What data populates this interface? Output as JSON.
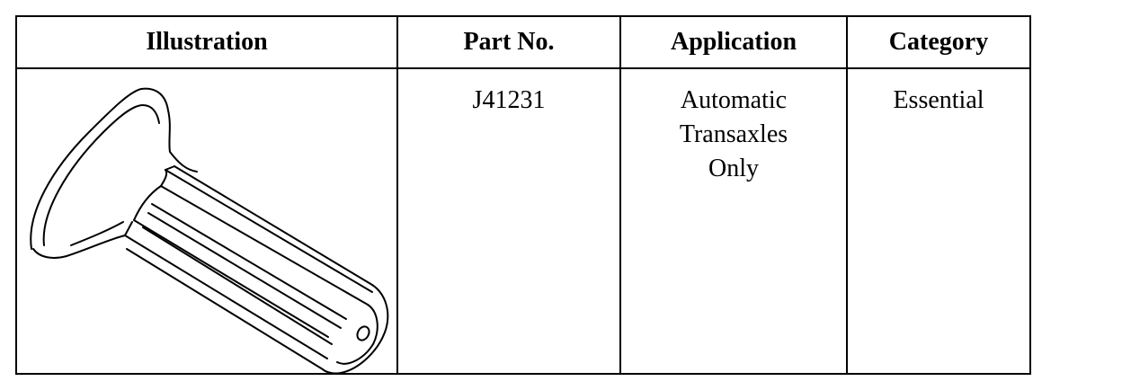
{
  "table": {
    "headers": {
      "illustration": "Illustration",
      "part_no": "Part No.",
      "application": "Application",
      "category": "Category"
    },
    "rows": [
      {
        "illustration_icon": "transaxle-tool-icon",
        "part_no": "J41231",
        "application_lines": [
          "Automatic",
          "Transaxles",
          "Only"
        ],
        "category": "Essential"
      }
    ]
  }
}
